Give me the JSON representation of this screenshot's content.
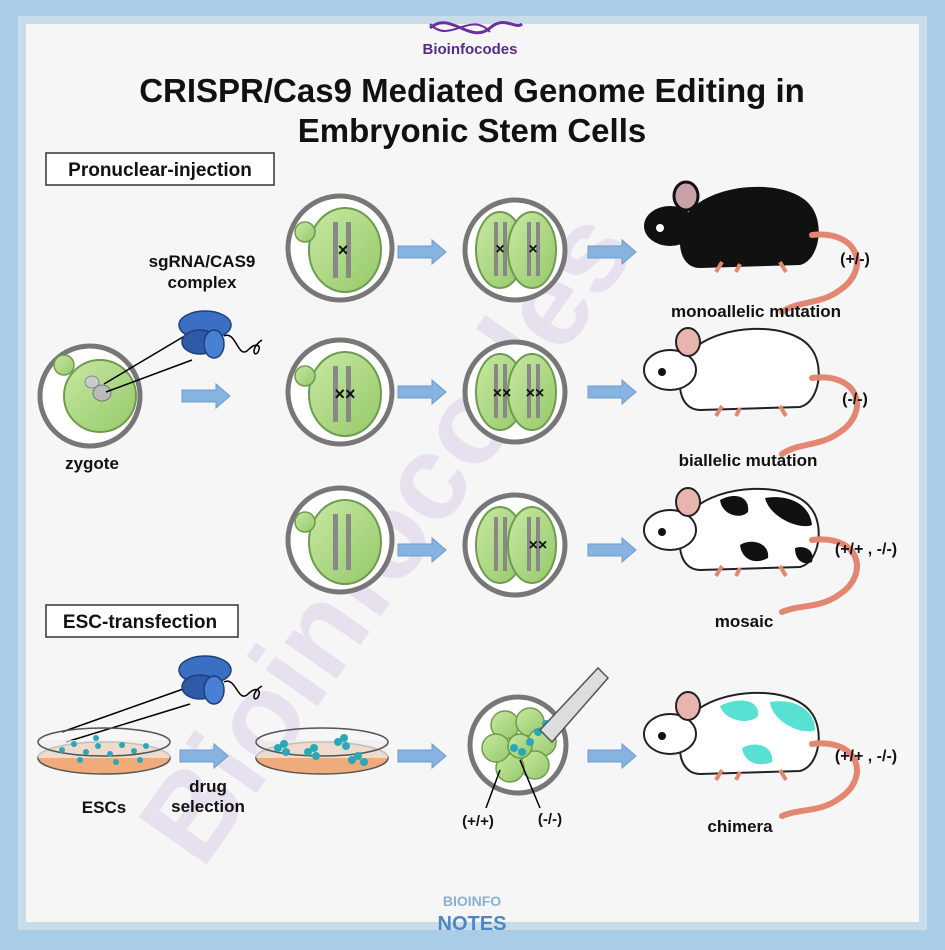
{
  "brand": {
    "logo_text": "Bioinfocodes",
    "footer_line1": "BIOINFO",
    "footer_line2": "NOTES",
    "watermark": "Bioinfocodes"
  },
  "title": {
    "line1": "CRISPR/Cas9 Mediated Genome Editing in",
    "line2": "Embryonic Stem Cells"
  },
  "sections": {
    "pronuclear": "Pronuclear-injection",
    "esc": "ESC-transfection"
  },
  "labels": {
    "sgrna_line1": "sgRNA/CAS9",
    "sgrna_line2": "complex",
    "zygote": "zygote",
    "escs": "ESCs",
    "drug_line1": "drug",
    "drug_line2": "selection",
    "plus_plus": "(+/+)",
    "minus_minus": "(-/-)"
  },
  "outcomes": {
    "mono": {
      "name": "monoallelic mutation",
      "genotype": "(+/-)"
    },
    "bi": {
      "name": "biallelic mutation",
      "genotype": "(-/-)"
    },
    "mosaic": {
      "name": "mosaic",
      "genotype": "(+/+ , -/-)"
    },
    "chimera": {
      "name": "chimera",
      "genotype": "(+/+ , -/-)"
    }
  },
  "colors": {
    "cell_green": "#a9d77e",
    "cas9_blue": "#3b6fc4",
    "arrow_blue": "#86b3e0",
    "dish_orange": "#f0ab7a",
    "esc_teal": "#29a9b8",
    "tail_pink": "#e48772"
  }
}
